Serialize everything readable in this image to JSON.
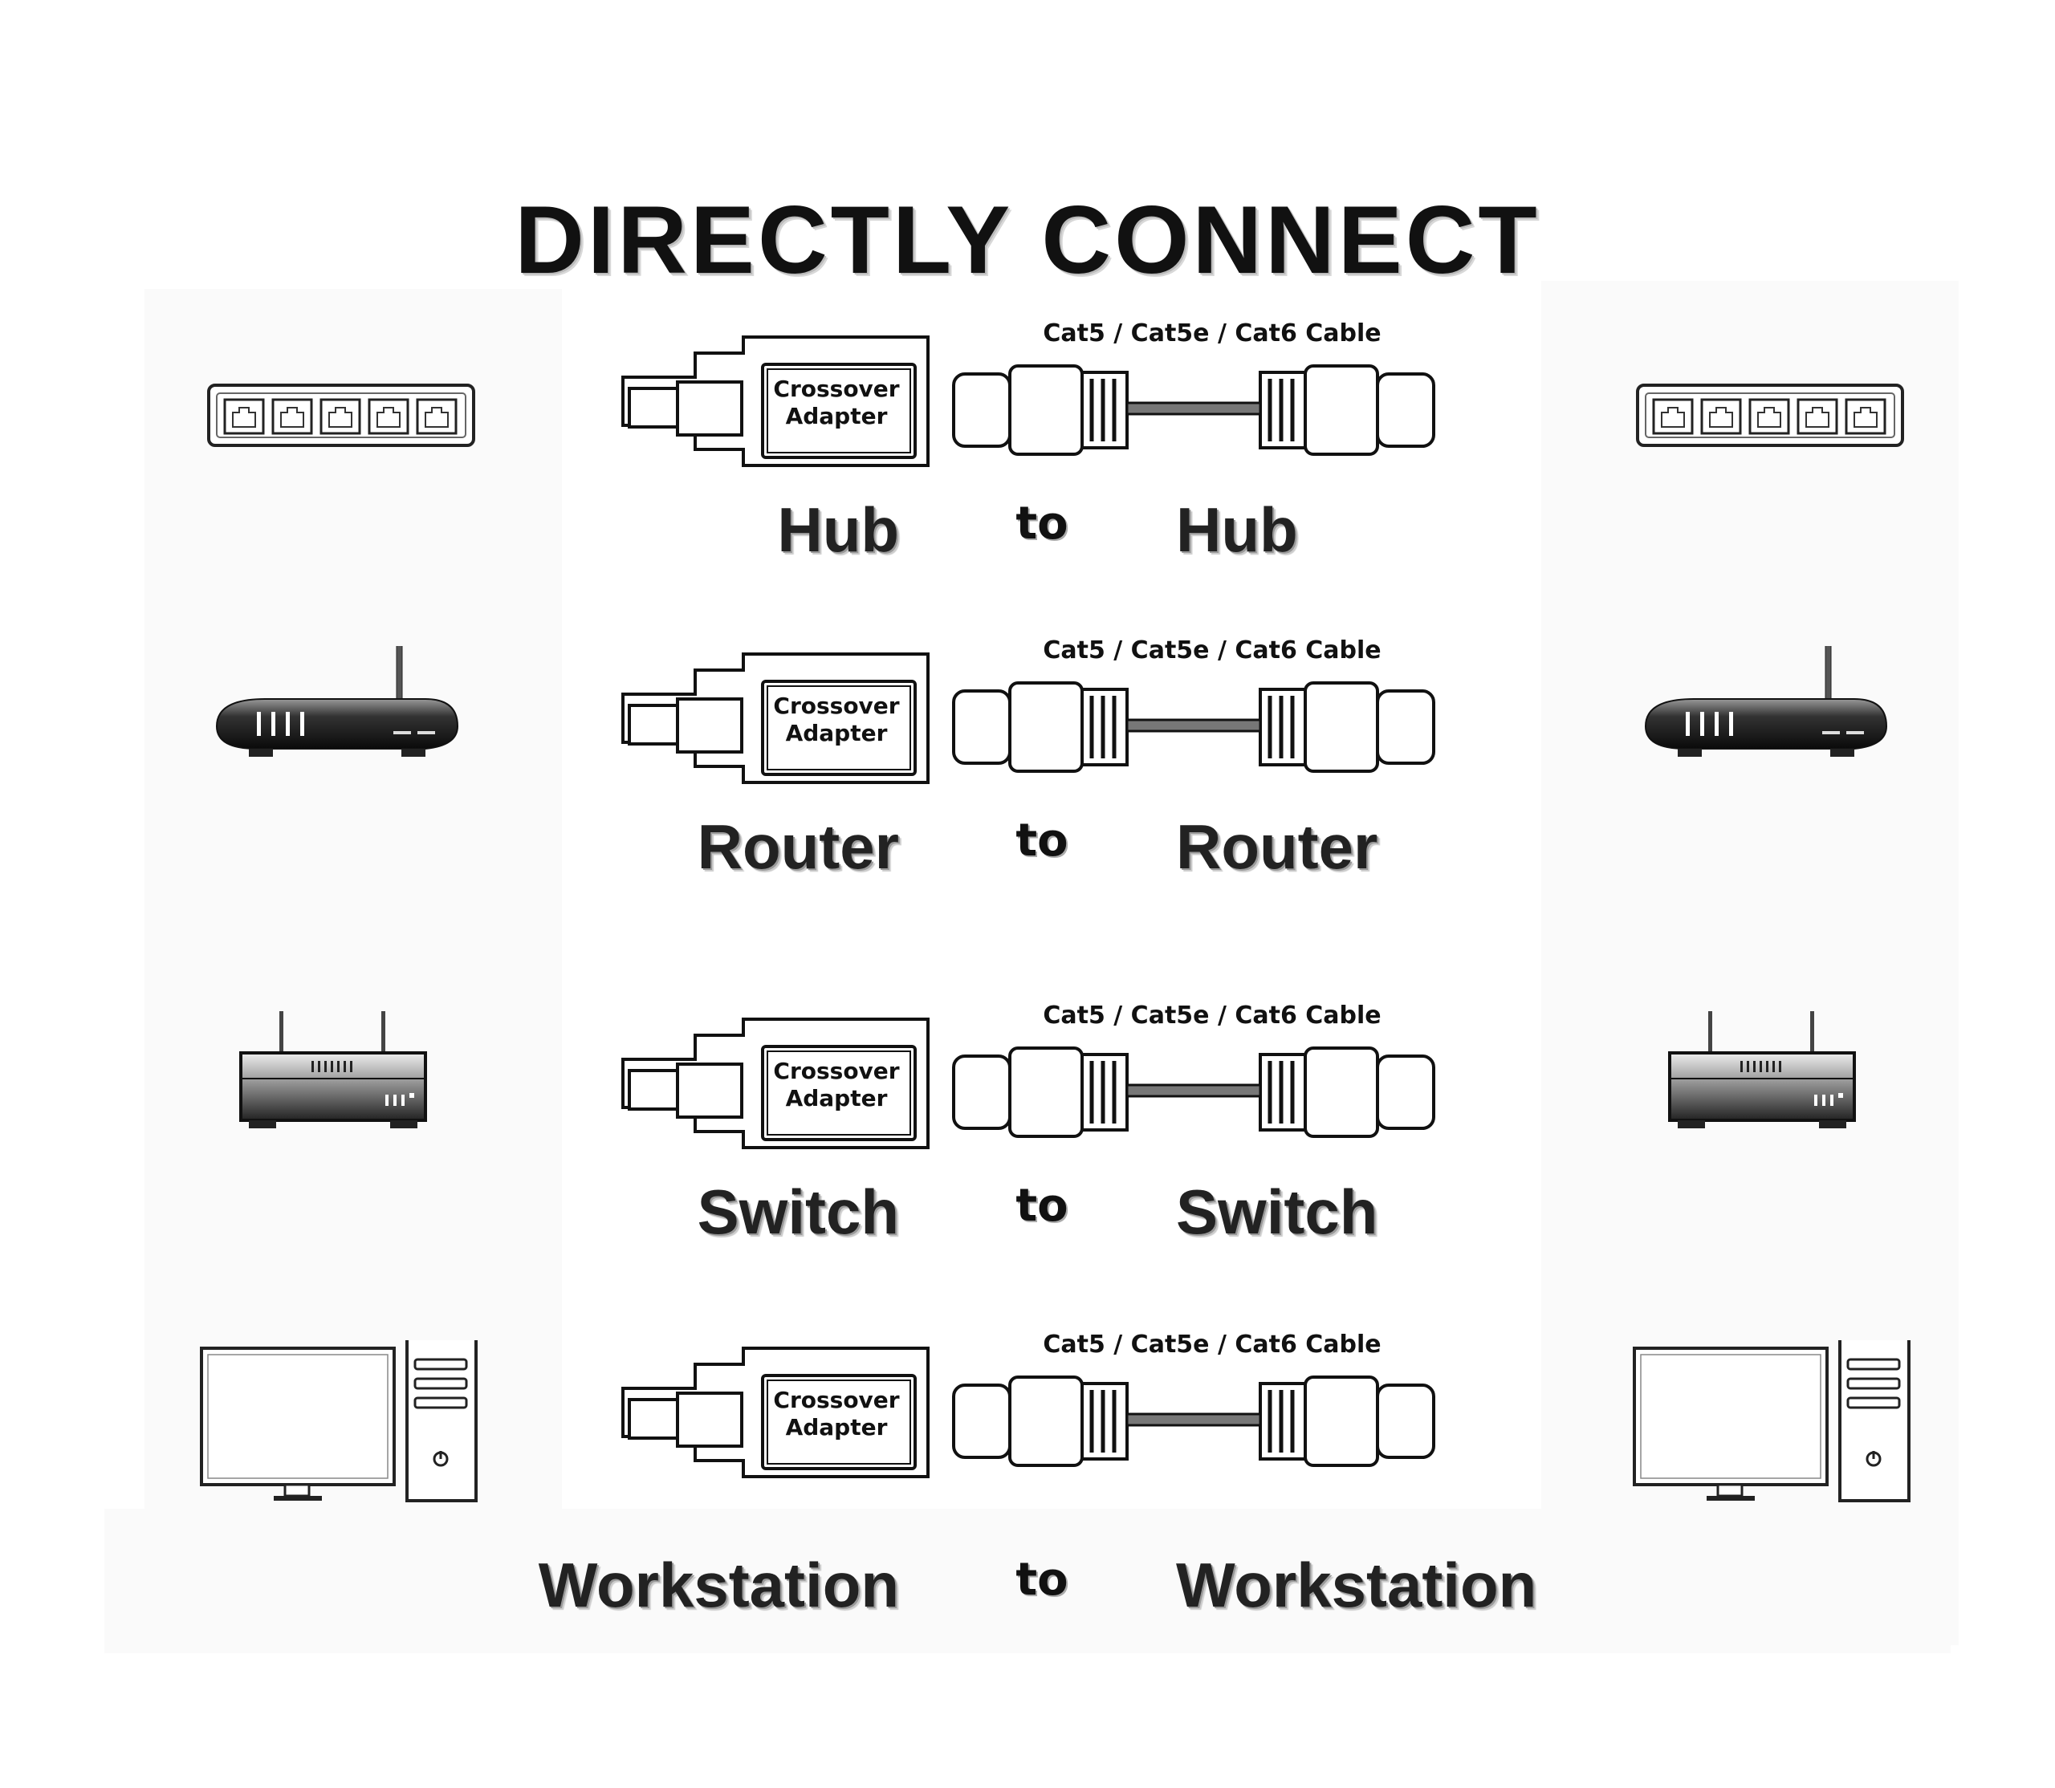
{
  "title": "DIRECTLY CONNECT",
  "adapter": {
    "line1": "Crossover",
    "line2": "Adapter"
  },
  "cable_label": "Cat5 / Cat5e / Cat6 Cable",
  "to_label": "to",
  "rows": [
    {
      "device": "hub",
      "icon": "hub-icon",
      "left": "Hub",
      "right": "Hub"
    },
    {
      "device": "router",
      "icon": "router-icon",
      "left": "Router",
      "right": "Router"
    },
    {
      "device": "switch",
      "icon": "switch-icon",
      "left": "Switch",
      "right": "Switch"
    },
    {
      "device": "workstation",
      "icon": "workstation-icon",
      "left": "Workstation",
      "right": "Workstation"
    }
  ]
}
